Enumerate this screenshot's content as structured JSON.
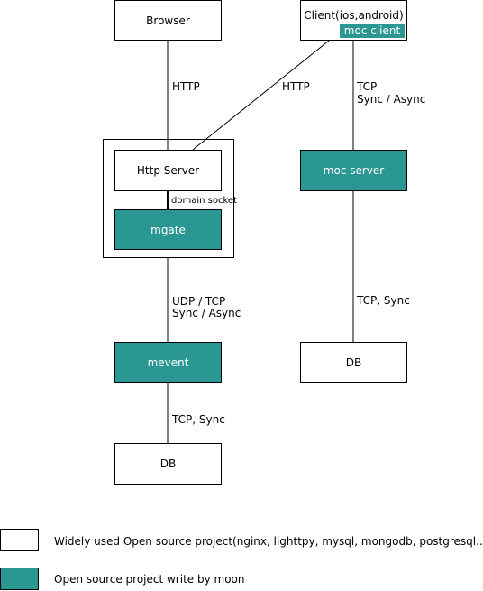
{
  "colors": {
    "open_source_box": "#ffffff",
    "moon_box": "#2a9793",
    "line": "#000000"
  },
  "nodes": {
    "browser": "Browser",
    "client": "Client(ios,android)",
    "moc_client": "moc client",
    "http_server": "Http Server",
    "mgate": "mgate",
    "moc_server": "moc server",
    "mevent": "mevent",
    "db_left": "DB",
    "db_right": "DB"
  },
  "edges": {
    "browser_http": "HTTP",
    "client_http": "HTTP",
    "client_tcp_line1": "TCP",
    "client_tcp_line2": "Sync / Async",
    "domain_socket": "domain socket",
    "mgate_line1": "UDP / TCP",
    "mgate_line2": "Sync / Async",
    "mevent_db": "TCP, Sync",
    "moc_db": "TCP, Sync"
  },
  "legend": {
    "open_source": "Widely used Open source project(nginx, lighttpy, mysql, mongodb, postgresql...)",
    "moon": "Open source project write by moon"
  }
}
